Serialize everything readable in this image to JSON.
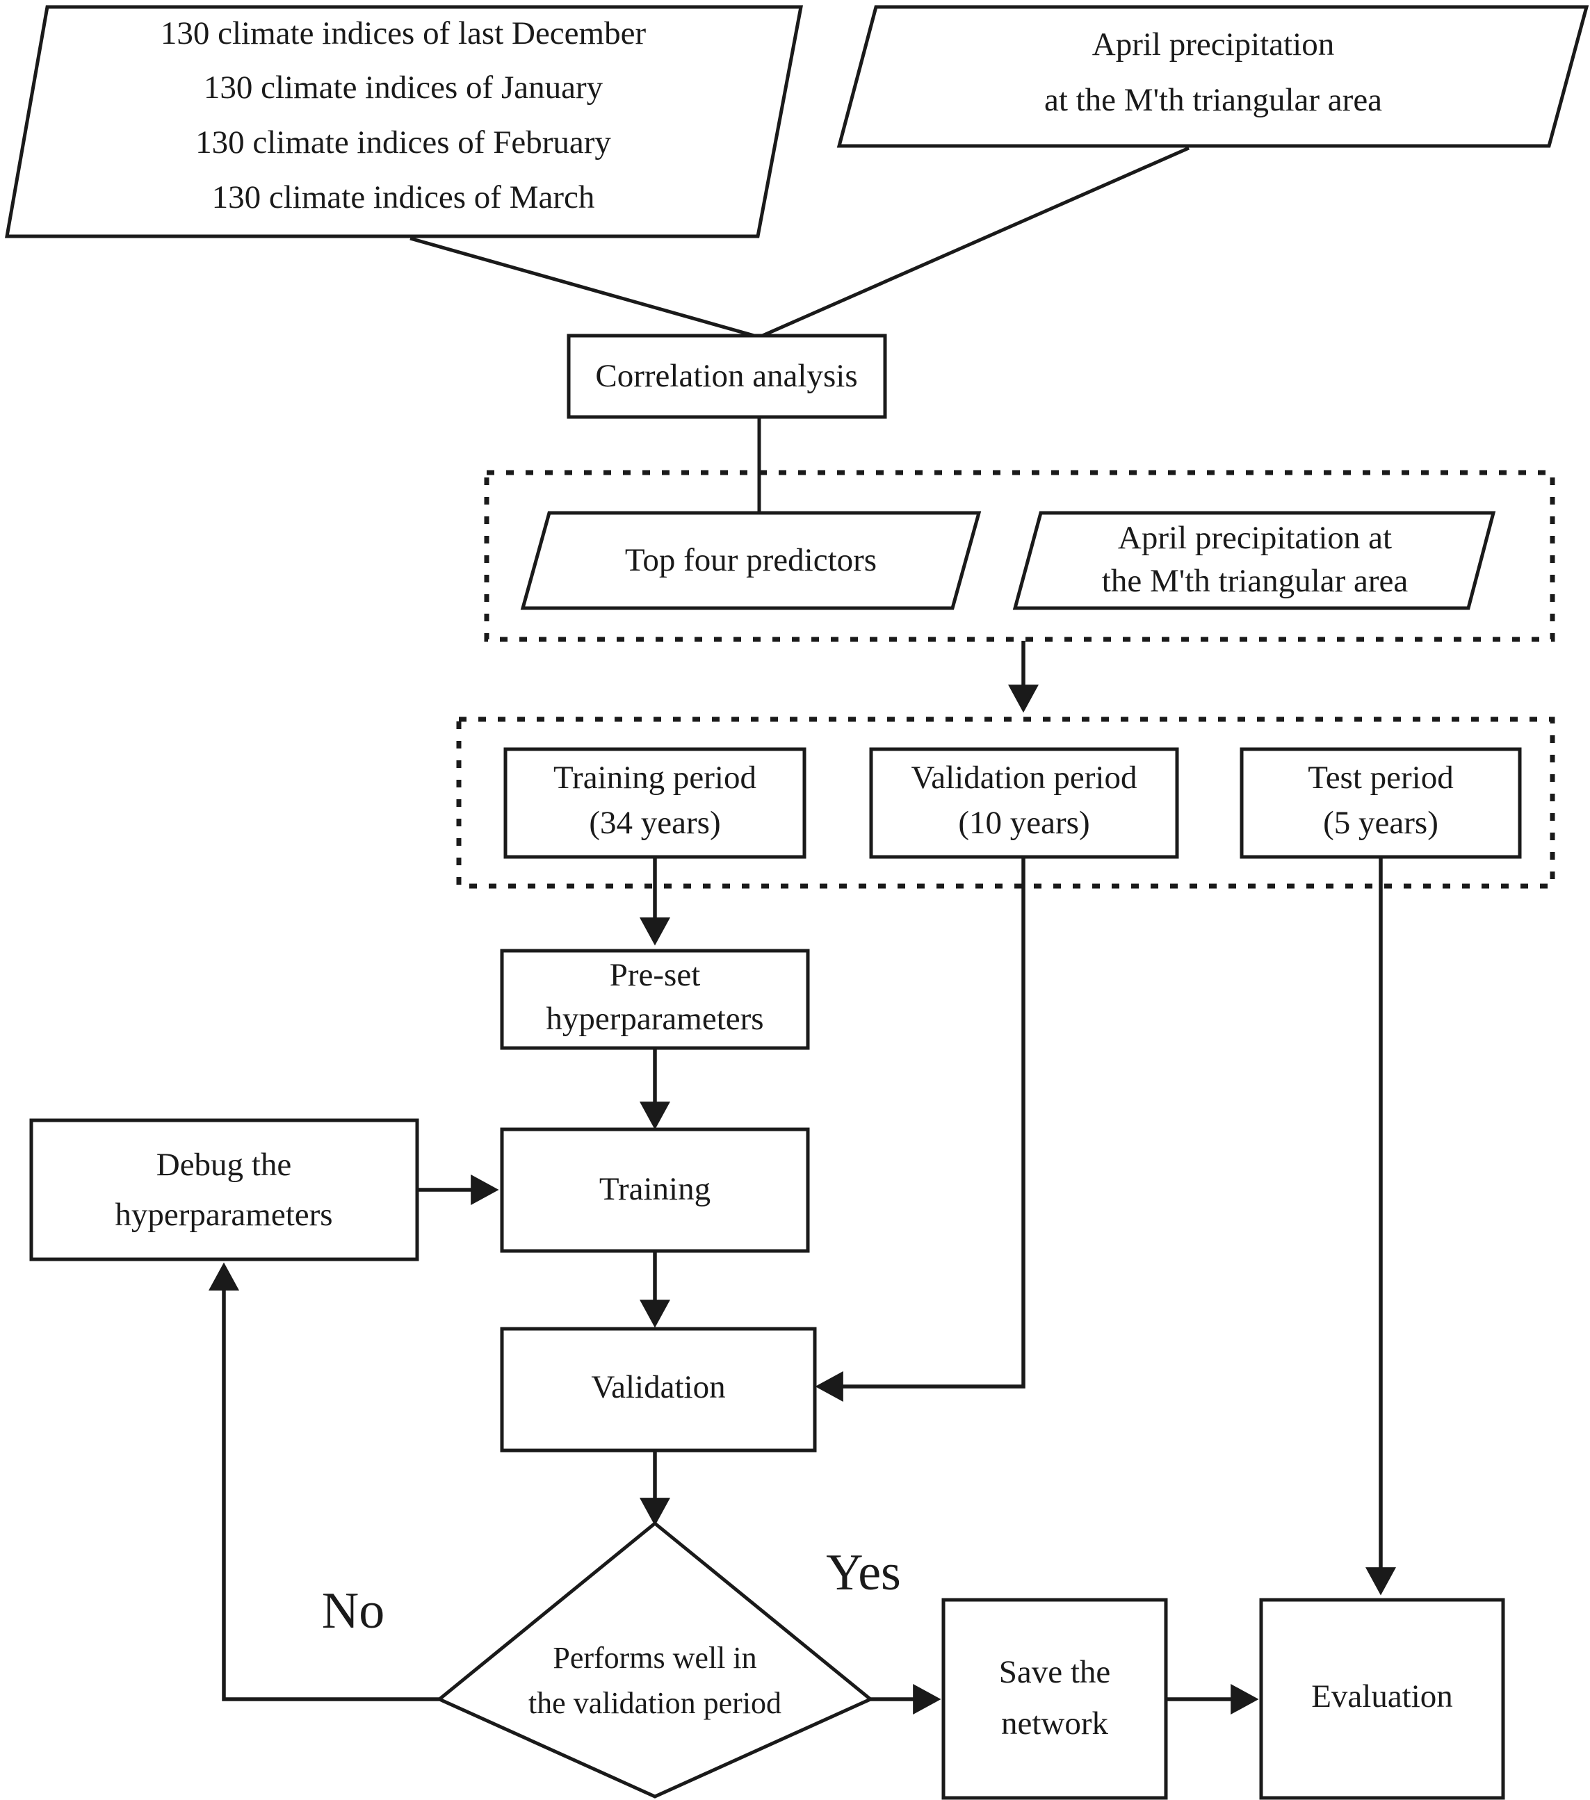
{
  "diagram": {
    "title": "Flowchart of the precipitation prediction neural network workflow",
    "colors": {
      "stroke": "#1a1a1a",
      "fill": "#ffffff",
      "background": "#ffffff"
    },
    "inputs": {
      "climate_indices": {
        "line1": "130 climate indices of last  December",
        "line2": "130 climate indices of January",
        "line3": "130 climate indices of February",
        "line4": "130 climate indices of March"
      },
      "april_precip": {
        "line1": "April precipitation",
        "line2": "at the M'th triangular area"
      }
    },
    "correlation": {
      "label": "Correlation analysis"
    },
    "group_predictors": {
      "top_four": {
        "line1": "Top four predictors"
      },
      "april_precip": {
        "line1": "April precipitation at",
        "line2": "the M'th triangular area"
      }
    },
    "group_periods": {
      "training": {
        "line1": "Training period",
        "line2": "(34 years)"
      },
      "validation": {
        "line1": "Validation period",
        "line2": "(10 years)"
      },
      "test": {
        "line1": "Test period",
        "line2": "(5 years)"
      }
    },
    "process": {
      "preset": {
        "line1": "Pre-set",
        "line2": "hyperparameters"
      },
      "debug": {
        "line1": "Debug the",
        "line2": "hyperparameters"
      },
      "training": {
        "line1": "Training"
      },
      "validation": {
        "line1": "Validation"
      },
      "decision": {
        "line1": "Performs well in",
        "line2": "the validation period"
      },
      "save": {
        "line1": "Save the",
        "line2": "network"
      },
      "evaluation": {
        "line1": "Evaluation"
      }
    },
    "branch_labels": {
      "no": "No",
      "yes": "Yes"
    }
  }
}
